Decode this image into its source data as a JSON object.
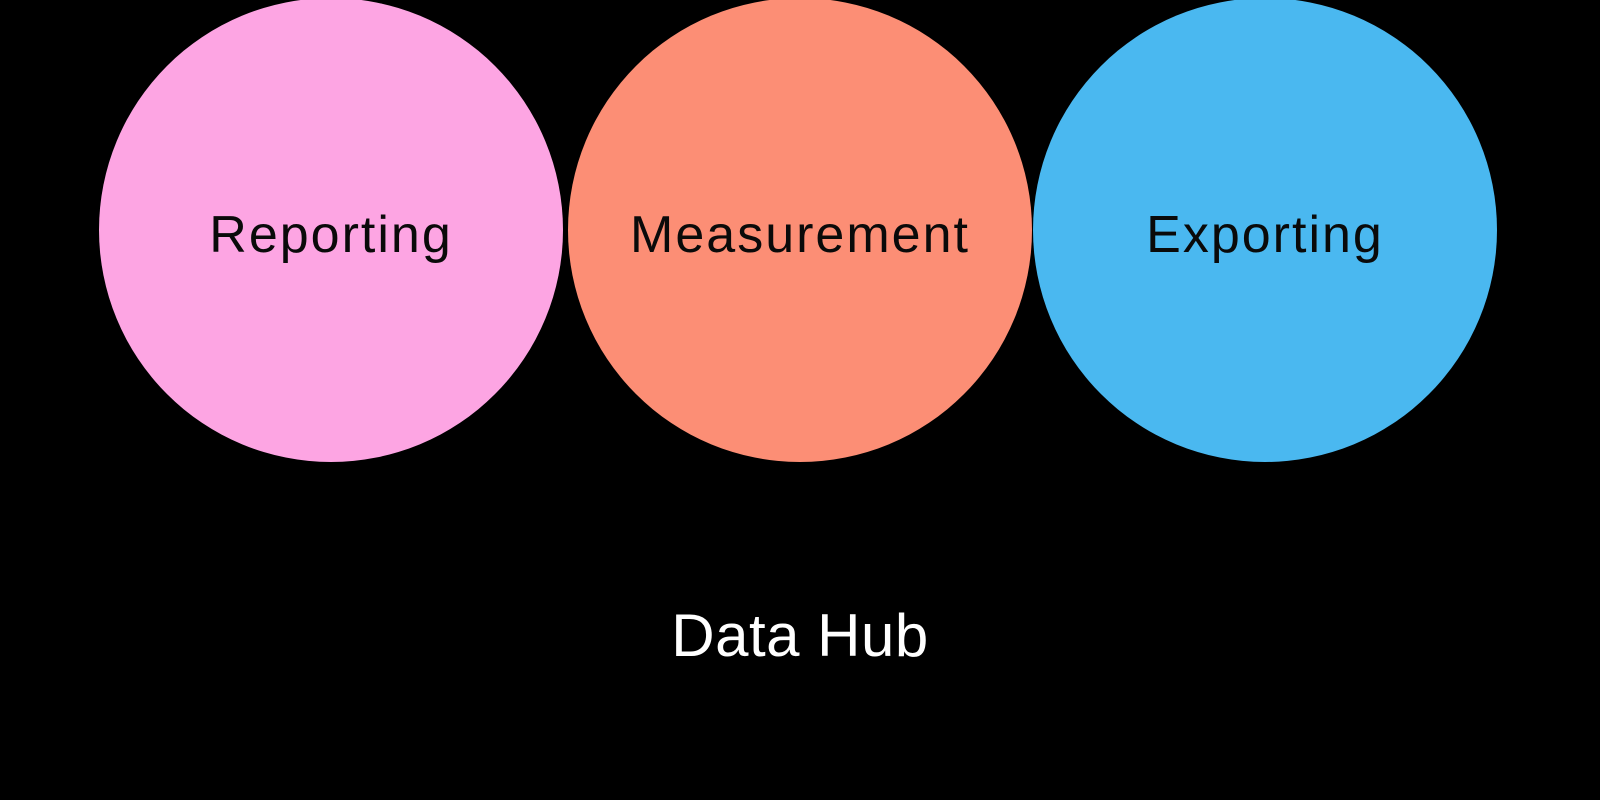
{
  "background_color": "#000000",
  "diagram": {
    "title": "Data Hub",
    "title_color": "#ffffff",
    "nodes": [
      {
        "label": "Reporting",
        "color": "#fda5e3",
        "text_color": "#0a0a0a"
      },
      {
        "label": "Measurement",
        "color": "#fc8e75",
        "text_color": "#0a0a0a"
      },
      {
        "label": "Exporting",
        "color": "#4ab8f0",
        "text_color": "#0a0a0a"
      }
    ]
  }
}
